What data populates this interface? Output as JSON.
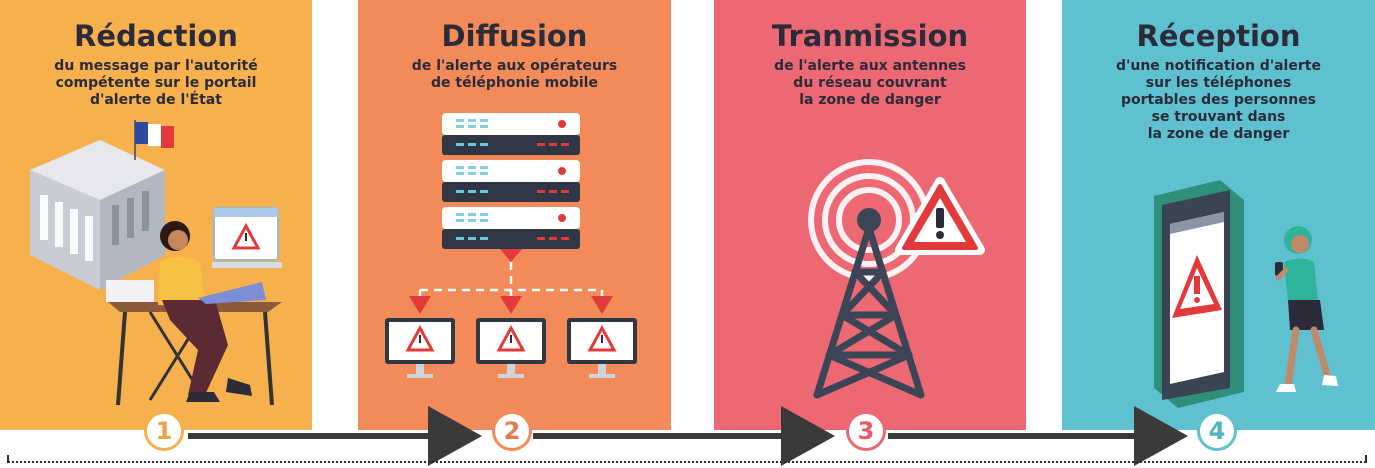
{
  "steps": [
    {
      "number": "1",
      "title": "Rédaction",
      "description": "du message par l'autorité\ncompétente sur le portail\nd'alerte de l'État",
      "color": "#f6b04e",
      "text_color": "#e8a346"
    },
    {
      "number": "2",
      "title": "Diffusion",
      "description": "de l'alerte aux opérateurs\nde téléphonie mobile",
      "color": "#f28a59",
      "text_color": "#e57b4f"
    },
    {
      "number": "3",
      "title": "Tranmission",
      "description": "de l'alerte aux antennes\ndu réseau couvrant\nla zone de danger",
      "color": "#ec6873",
      "text_color": "#e55a66"
    },
    {
      "number": "4",
      "title": "Réception",
      "description": "d'une notification d'alerte\nsur les téléphones\nportables des personnes\nse trouvant dans\nla zone de danger",
      "color": "#5fc1d0",
      "text_color": "#4fb2c1"
    }
  ],
  "colors": {
    "arrow": "#3a3a3a",
    "alert_red": "#e23a3a",
    "dark": "#2b2b3a"
  },
  "icons": [
    "government-building-icon",
    "operator-woman-icon",
    "server-rack-icon",
    "monitor-alert-icon",
    "antenna-tower-icon",
    "warning-triangle-icon",
    "smartphone-alert-icon",
    "woman-with-phone-icon"
  ]
}
